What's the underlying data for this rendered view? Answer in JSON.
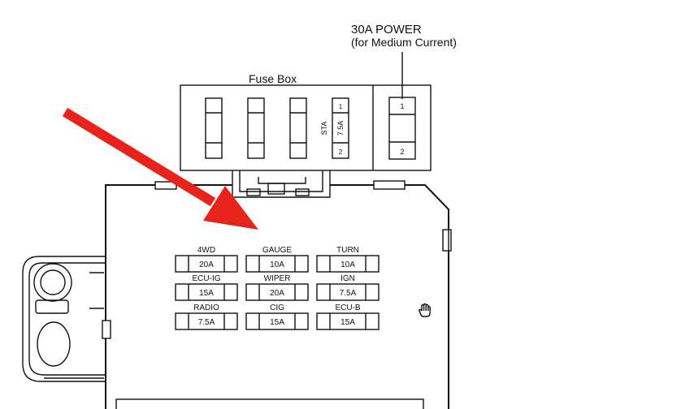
{
  "callout": {
    "line1": "30A POWER",
    "line2": "(for Medium Current)"
  },
  "fuse_box": {
    "title": "Fuse Box",
    "sta_fuse": {
      "name": "STA",
      "rating": "7.5A",
      "pin1": "1",
      "pin2": "2"
    },
    "power_fuse": {
      "pin1": "1",
      "pin2": "2"
    }
  },
  "junction_block": {
    "fuses": [
      {
        "label": "4WD",
        "rating": "20A"
      },
      {
        "label": "GAUGE",
        "rating": "10A"
      },
      {
        "label": "TURN",
        "rating": "10A"
      },
      {
        "label": "ECU-IG",
        "rating": "15A"
      },
      {
        "label": "WIPER",
        "rating": "20A"
      },
      {
        "label": "IGN",
        "rating": "7.5A"
      },
      {
        "label": "RADIO",
        "rating": "7.5A"
      },
      {
        "label": "CIG",
        "rating": "15A"
      },
      {
        "label": "ECU-B",
        "rating": "15A"
      }
    ]
  },
  "colors": {
    "arrow": "#e8231c",
    "line": "#111111"
  },
  "icons": {
    "cursor": "hand-cursor-icon"
  }
}
